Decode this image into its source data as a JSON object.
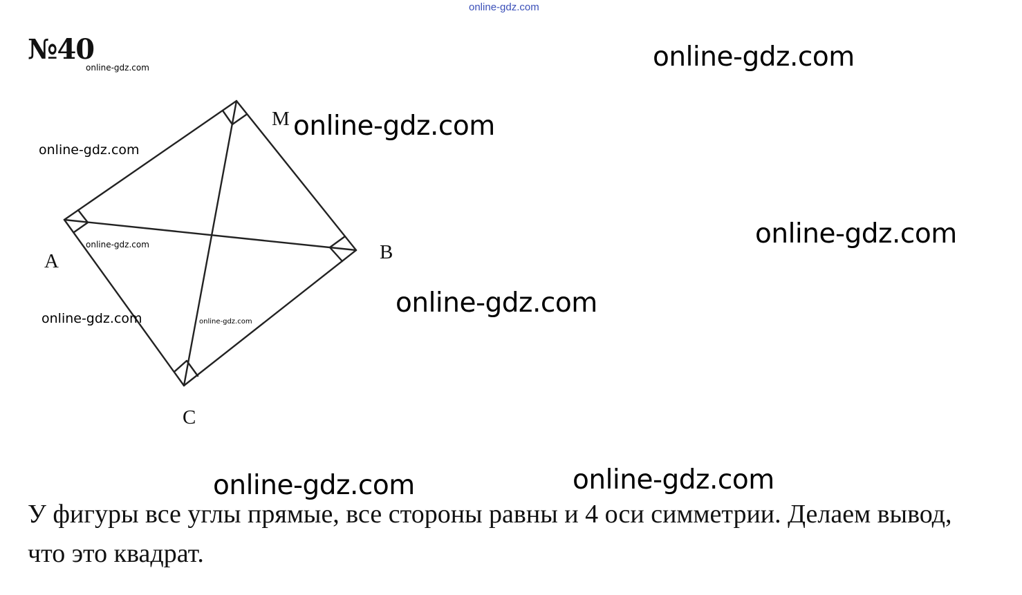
{
  "header": {
    "watermark_top": "online-gdz.com",
    "problem_number": "№40"
  },
  "figure": {
    "vertices": {
      "a": "A",
      "b": "B",
      "c": "C",
      "m": "M"
    }
  },
  "watermarks": {
    "text": "online-gdz.com"
  },
  "conclusion": {
    "text": "У фигуры все углы прямые, все стороны равны и 4 оси симметрии. Делаем вывод, что это квадрат."
  }
}
